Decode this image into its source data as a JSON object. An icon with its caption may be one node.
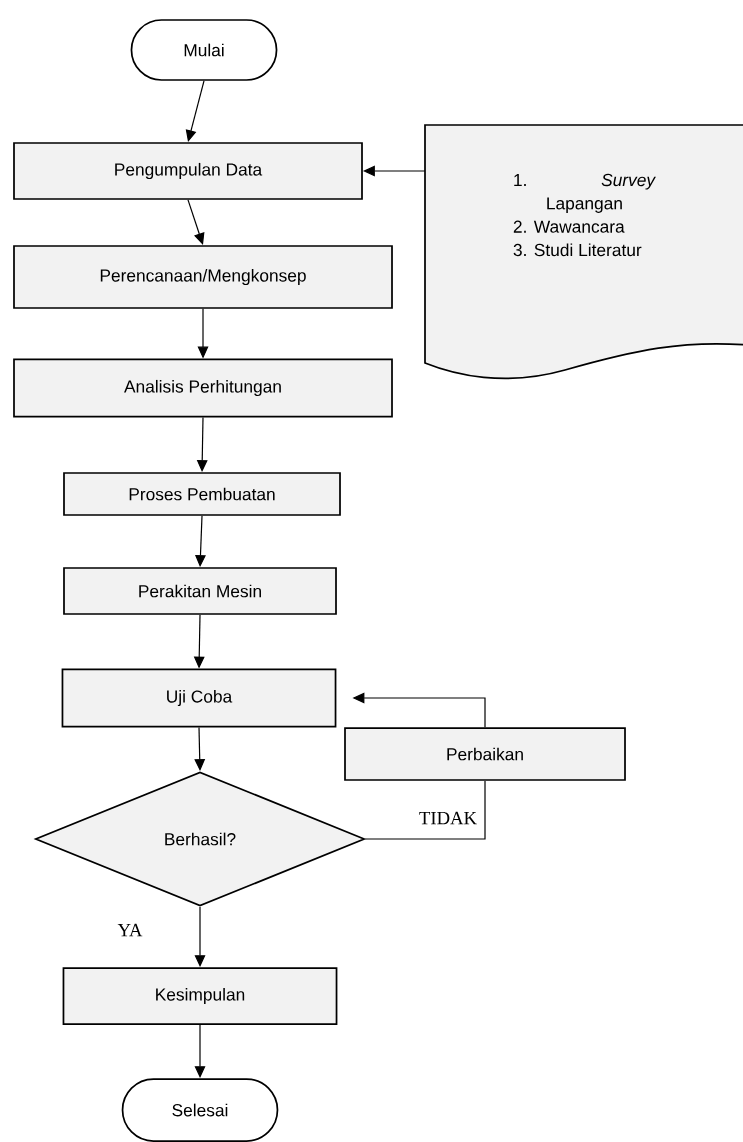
{
  "diagram": {
    "nodes": [
      {
        "text": [
          "Mulai"
        ]
      },
      {
        "text": [
          "Pengumpulan Data"
        ]
      },
      {
        "text": [
          "Perencanaan/Mengkonsep"
        ]
      },
      {
        "text": [
          "Analisis Perhitungan"
        ]
      },
      {
        "text": [
          "Proses Pembuatan"
        ]
      },
      {
        "text": [
          "Perakitan Mesin"
        ]
      },
      {
        "text": [
          "Uji Coba"
        ]
      },
      {
        "text": [
          "Perbaikan"
        ]
      },
      {
        "text": [
          "Berhasil?"
        ]
      },
      {
        "text": [
          "Kesimpulan"
        ]
      },
      {
        "text": [
          "Selesai"
        ]
      },
      {
        "text": [
          "1. *Survey* Lapangan",
          "2. Wawancara",
          "3. Studi Literatur"
        ]
      }
    ],
    "edges": [
      {
        "from": 0,
        "to": 1,
        "arrow": "to"
      },
      {
        "from": 11,
        "to": 1,
        "arrow": "to"
      },
      {
        "from": 1,
        "to": 2,
        "arrow": "to"
      },
      {
        "from": 2,
        "to": 3,
        "arrow": "to"
      },
      {
        "from": 3,
        "to": 4,
        "arrow": "to"
      },
      {
        "from": 4,
        "to": 5,
        "arrow": "to"
      },
      {
        "from": 5,
        "to": 6,
        "arrow": "to"
      },
      {
        "from": 6,
        "to": 8,
        "arrow": "to"
      },
      {
        "from": 8,
        "to": 7,
        "arrow": "none",
        "label": "TIDAK"
      },
      {
        "from": 7,
        "to": 6,
        "arrow": "to"
      },
      {
        "from": 8,
        "to": 9,
        "arrow": "to",
        "label": "YA"
      },
      {
        "from": 9,
        "to": 10,
        "arrow": "to"
      }
    ]
  }
}
